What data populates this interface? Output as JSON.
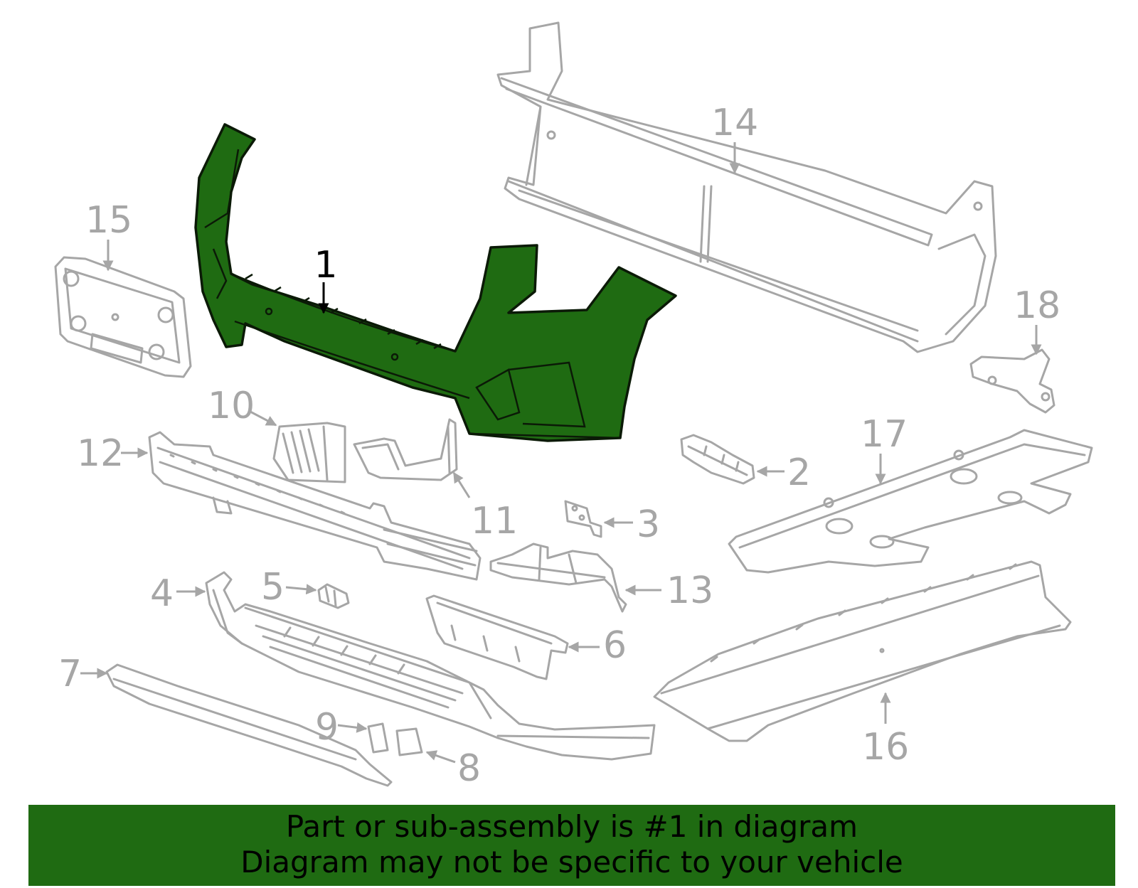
{
  "colors": {
    "highlight": "#1f6b12",
    "parts": "#a6a6a6",
    "banner": "#1f6b12"
  },
  "callouts": {
    "c1": "1",
    "c2": "2",
    "c3": "3",
    "c4": "4",
    "c5": "5",
    "c6": "6",
    "c7": "7",
    "c8": "8",
    "c9": "9",
    "c10": "10",
    "c11": "11",
    "c12": "12",
    "c13": "13",
    "c14": "14",
    "c15": "15",
    "c16": "16",
    "c17": "17",
    "c18": "18"
  },
  "footer": {
    "line1": "Part or sub-assembly is #1 in diagram",
    "line2": "Diagram may not be specific to your vehicle"
  }
}
